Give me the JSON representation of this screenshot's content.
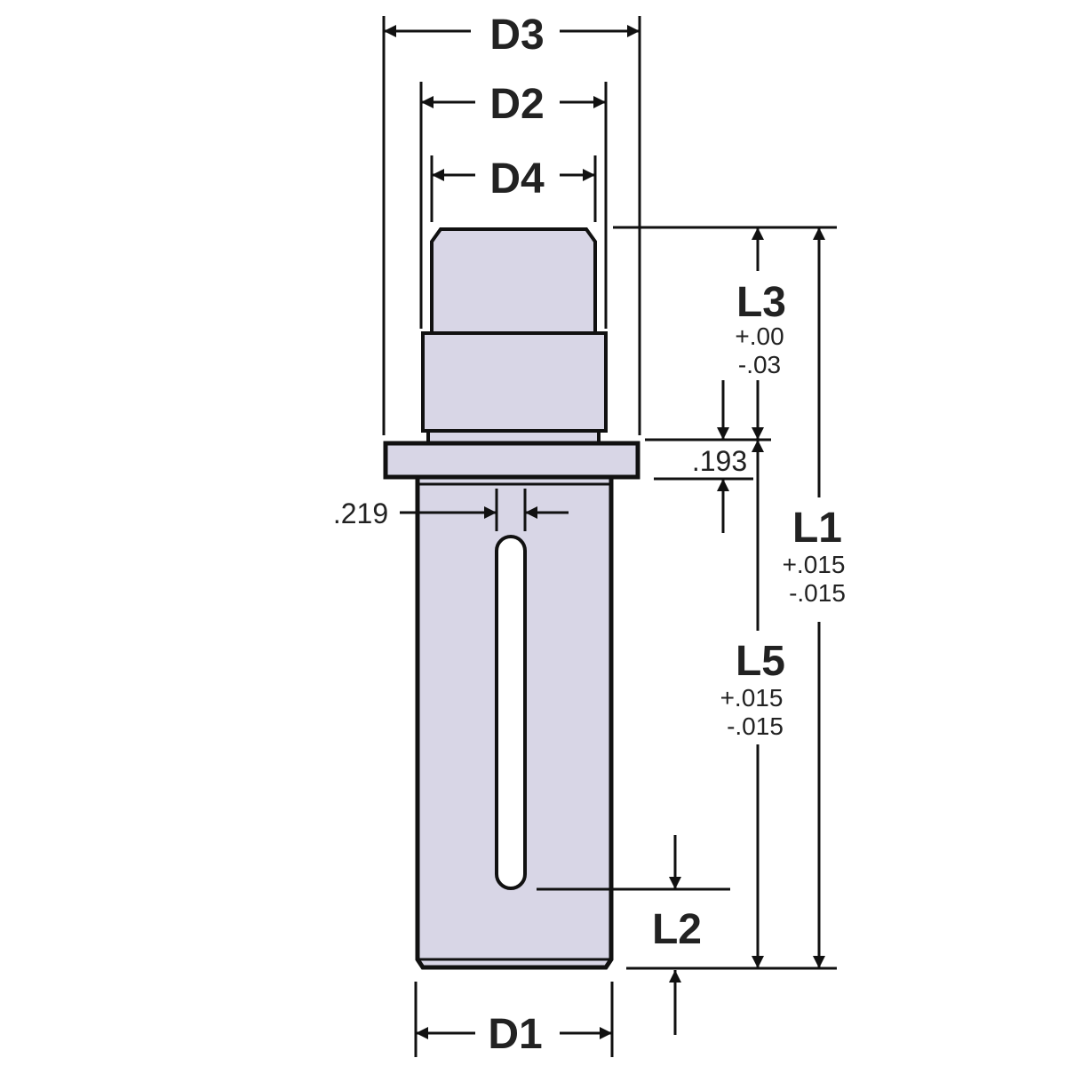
{
  "labels": {
    "d3": "D3",
    "d2": "D2",
    "d4": "D4",
    "d1": "D1",
    "l3": "L3",
    "l3_plus": "+.00",
    "l3_minus": "-.03",
    "l1": "L1",
    "l1_plus": "+.015",
    "l1_minus": "-.015",
    "l5": "L5",
    "l5_plus": "+.015",
    "l5_minus": "-.015",
    "l2": "L2",
    "flange_thickness": ".193",
    "slot_width": ".219"
  },
  "colors": {
    "part_fill": "#d8d6e6",
    "outline": "#111111",
    "text": "#222222"
  }
}
